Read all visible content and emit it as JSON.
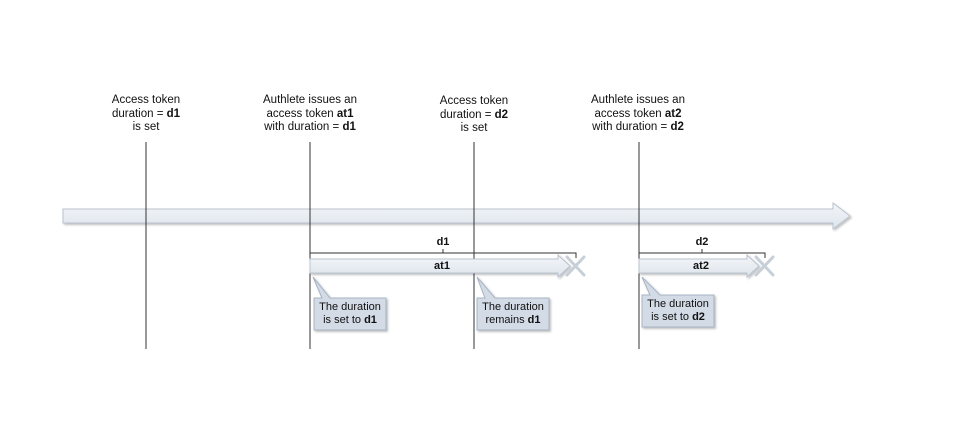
{
  "events": [
    {
      "line1": "Access token",
      "line2_pre": "duration = ",
      "line2_bold": "d1",
      "line2_post": "",
      "line3_pre": "is set",
      "line3_bold": ""
    },
    {
      "line1": "Authlete issues an",
      "line2_pre": "access token ",
      "line2_bold": "at1",
      "line2_post": "",
      "line3_pre": "with duration = ",
      "line3_bold": "d1"
    },
    {
      "line1": "Access token",
      "line2_pre": "duration = ",
      "line2_bold": "d2",
      "line2_post": "",
      "line3_pre": "is set",
      "line3_bold": ""
    },
    {
      "line1": "Authlete issues an",
      "line2_pre": "access token ",
      "line2_bold": "at2",
      "line2_post": "",
      "line3_pre": "with duration = ",
      "line3_bold": "d2"
    }
  ],
  "tokens": [
    {
      "name": "at1",
      "duration_label": "d1"
    },
    {
      "name": "at2",
      "duration_label": "d2"
    }
  ],
  "callouts": [
    {
      "line1": "The duration",
      "line2_pre": "is set to ",
      "line2_bold": "d1"
    },
    {
      "line1": "The duration",
      "line2_pre": "remains ",
      "line2_bold": "d1"
    },
    {
      "line1": "The duration",
      "line2_pre": "is set to ",
      "line2_bold": "d2"
    }
  ],
  "colors": {
    "timeline_fill": "#e8edf3",
    "timeline_stroke": "#b9c3cf",
    "callout_fill": "#d3dbe6",
    "callout_stroke": "#a8b4c4",
    "line": "#333333"
  }
}
